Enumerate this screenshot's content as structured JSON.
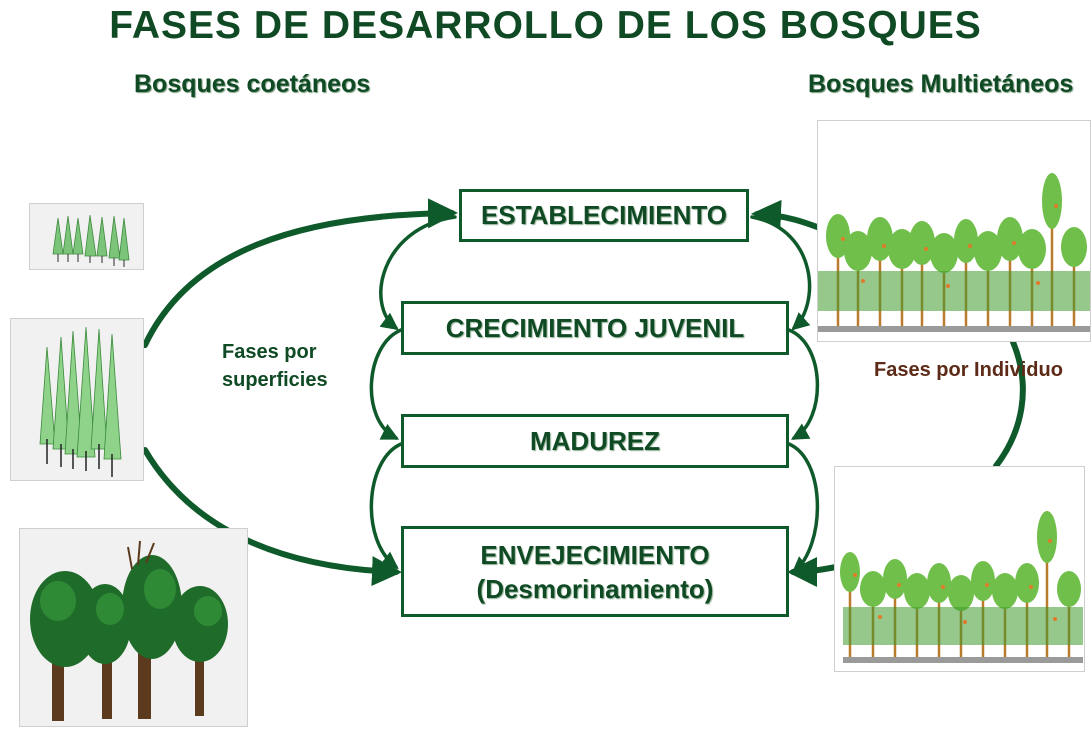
{
  "title": "FASES DE DESARROLLO DE LOS BOSQUES",
  "subtitles": {
    "left": "Bosques coetáneos",
    "right": "Bosques Multietáneos"
  },
  "notes": {
    "left_line1": "Fases por",
    "left_line2": "superficies",
    "right": "Fases por Individuo"
  },
  "phases": {
    "p1": "ESTABLECIMIENTO",
    "p2": "CRECIMIENTO JUVENIL",
    "p3": "MADUREZ",
    "p4_line1": "ENVEJECIMIENTO",
    "p4_line2": "(Desmorinamiento)"
  },
  "colors": {
    "title": "#0f4a24",
    "arrow": "#0f5a2a",
    "note_right": "#5c2a16"
  }
}
